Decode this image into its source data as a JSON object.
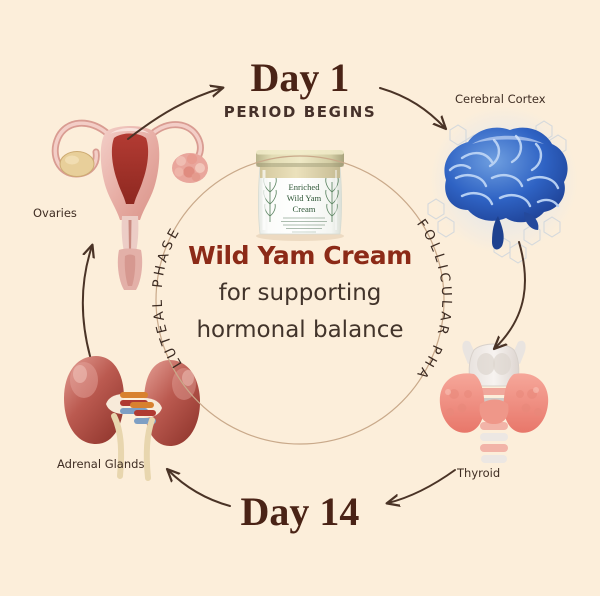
{
  "page": {
    "background_color": "#fceeda",
    "title_color": "#8c2a17",
    "body_text_color": "#42342b",
    "arrow_color": "#4a3326",
    "circle_color": "#c9a98a"
  },
  "center": {
    "heading": "Wild Yam Cream",
    "line2": "for supporting",
    "line3": "hormonal balance"
  },
  "cycle": {
    "day_start": "Day 1",
    "day_start_sub": "PERIOD BEGINS",
    "day_mid": "Day 14",
    "phase_left": "LUTEAL PHASE",
    "phase_right": "FOLLICULAR PHASE"
  },
  "organs": [
    {
      "id": "ovaries",
      "label": "Ovaries"
    },
    {
      "id": "cerebral-cortex",
      "label": "Cerebral Cortex"
    },
    {
      "id": "thyroid",
      "label": "Thyroid"
    },
    {
      "id": "adrenal-glands",
      "label": "Adrenal Glands"
    }
  ],
  "product": {
    "label_line1": "Enriched",
    "label_line2": "Wild Yam",
    "label_line3": "Cream",
    "label_fineprint": "Wild Yam, natural oils and plant extracts in a rich, nourishing cream for everyday use",
    "label_footer": "60g Net Wt"
  },
  "icons": {
    "arrow": "curved-arrow-icon",
    "jar": "cream-jar-icon",
    "uterus": "uterus-ovaries-icon",
    "brain": "brain-icon",
    "thyroid": "thyroid-gland-icon",
    "kidneys": "kidneys-icon"
  }
}
